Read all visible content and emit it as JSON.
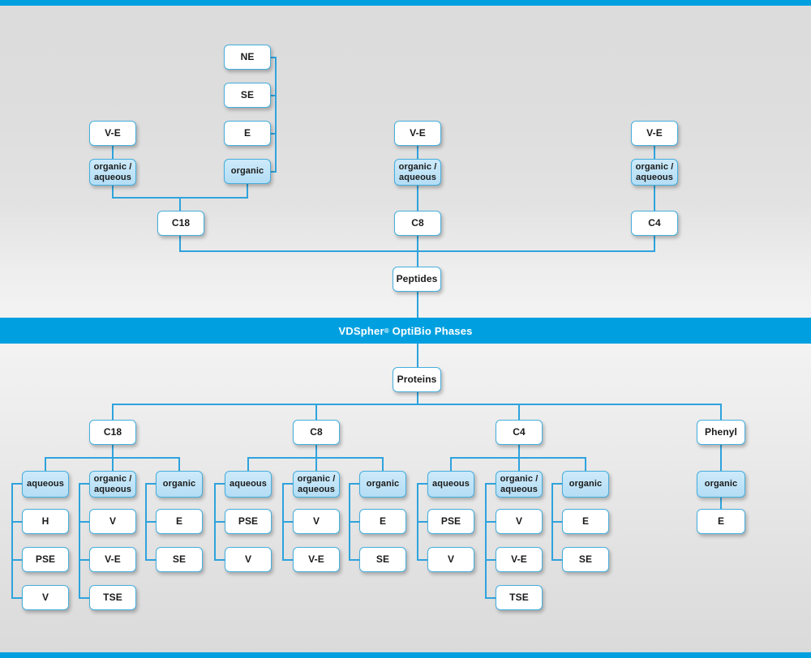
{
  "banner": {
    "text_before": "VDSpher",
    "superscript": "®",
    "text_after": " OptiBio Phases",
    "color": "#00a0e0"
  },
  "colors": {
    "accent": "#00a0e0",
    "line": "#2ea3dd",
    "node_border": "#45aede",
    "node_fill_white": "#ffffff",
    "node_fill_blue": "#bfe4f7",
    "background": "#e2e2e2"
  },
  "peptides": {
    "root_label": "Peptides",
    "columns": [
      {
        "phase_label": "C18",
        "modes": [
          {
            "mode_label": "organic / aqueous",
            "line1": "organic /",
            "line2": "aqueous",
            "parent_label": "V-E",
            "variants": []
          },
          {
            "mode_label": "organic",
            "line1": "organic",
            "line2": "",
            "parent_label": "",
            "variants": [
              "NE",
              "SE",
              "E"
            ]
          }
        ]
      },
      {
        "phase_label": "C8",
        "modes": [
          {
            "mode_label": "organic / aqueous",
            "line1": "organic /",
            "line2": "aqueous",
            "parent_label": "V-E",
            "variants": []
          }
        ]
      },
      {
        "phase_label": "C4",
        "modes": [
          {
            "mode_label": "organic / aqueous",
            "line1": "organic /",
            "line2": "aqueous",
            "parent_label": "V-E",
            "variants": []
          }
        ]
      }
    ]
  },
  "proteins": {
    "root_label": "Proteins",
    "columns": [
      {
        "phase_label": "C18",
        "groups": [
          {
            "mode_line1": "aqueous",
            "mode_line2": "",
            "items": [
              "H",
              "PSE",
              "V"
            ]
          },
          {
            "mode_line1": "organic /",
            "mode_line2": "aqueous",
            "items": [
              "V",
              "V-E",
              "TSE"
            ]
          },
          {
            "mode_line1": "organic",
            "mode_line2": "",
            "items": [
              "E",
              "SE"
            ]
          }
        ]
      },
      {
        "phase_label": "C8",
        "groups": [
          {
            "mode_line1": "aqueous",
            "mode_line2": "",
            "items": [
              "PSE",
              "V"
            ]
          },
          {
            "mode_line1": "organic /",
            "mode_line2": "aqueous",
            "items": [
              "V",
              "V-E"
            ]
          },
          {
            "mode_line1": "organic",
            "mode_line2": "",
            "items": [
              "E",
              "SE"
            ]
          }
        ]
      },
      {
        "phase_label": "C4",
        "groups": [
          {
            "mode_line1": "aqueous",
            "mode_line2": "",
            "items": [
              "PSE",
              "V"
            ]
          },
          {
            "mode_line1": "organic /",
            "mode_line2": "aqueous",
            "items": [
              "V",
              "V-E",
              "TSE"
            ]
          },
          {
            "mode_line1": "organic",
            "mode_line2": "",
            "items": [
              "E",
              "SE"
            ]
          }
        ]
      },
      {
        "phase_label": "Phenyl",
        "groups": [
          {
            "mode_line1": "organic",
            "mode_line2": "",
            "items": [
              "E"
            ]
          }
        ]
      }
    ]
  },
  "top_left_stack": {
    "items": [
      "NE",
      "SE",
      "E"
    ],
    "terminal": "organic"
  },
  "top_ve": {
    "label": "V-E",
    "mode_line1": "organic /",
    "mode_line2": "aqueous"
  }
}
